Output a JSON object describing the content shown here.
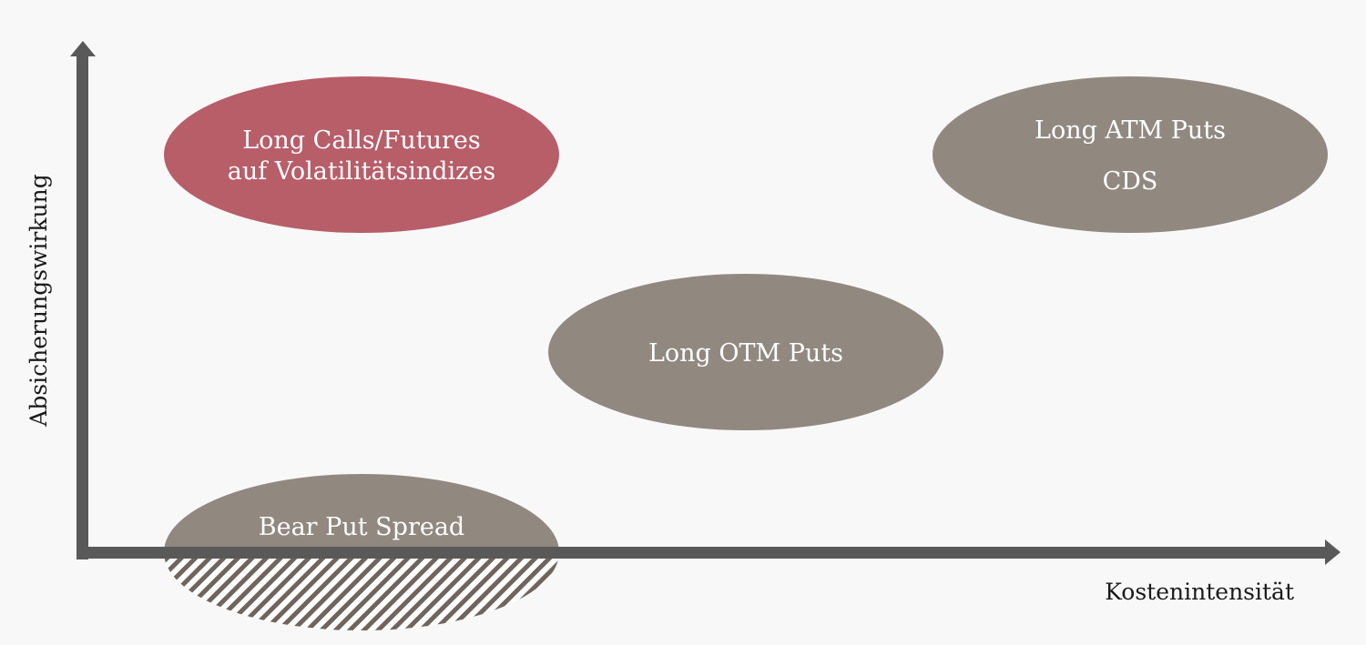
{
  "axes": {
    "x_label": "Kostenintensität",
    "y_label": "Absicherungswirkung"
  },
  "bubbles": [
    {
      "id": "volatility",
      "lines": [
        "Long Calls/Futures",
        "auf Volatilitätsindizes"
      ],
      "color": "#b75e69"
    },
    {
      "id": "atm-puts",
      "lines": [
        "Long ATM Puts",
        "CDS"
      ],
      "color": "#918880"
    },
    {
      "id": "otm-puts",
      "lines": [
        "Long OTM Puts"
      ],
      "color": "#918880"
    },
    {
      "id": "bear-put-spread",
      "lines": [
        "Bear Put Spread"
      ],
      "color": "#918880",
      "hatch_color": "#6f655c"
    }
  ],
  "colors": {
    "axis": "#595959",
    "background": "#f8f8f8"
  }
}
